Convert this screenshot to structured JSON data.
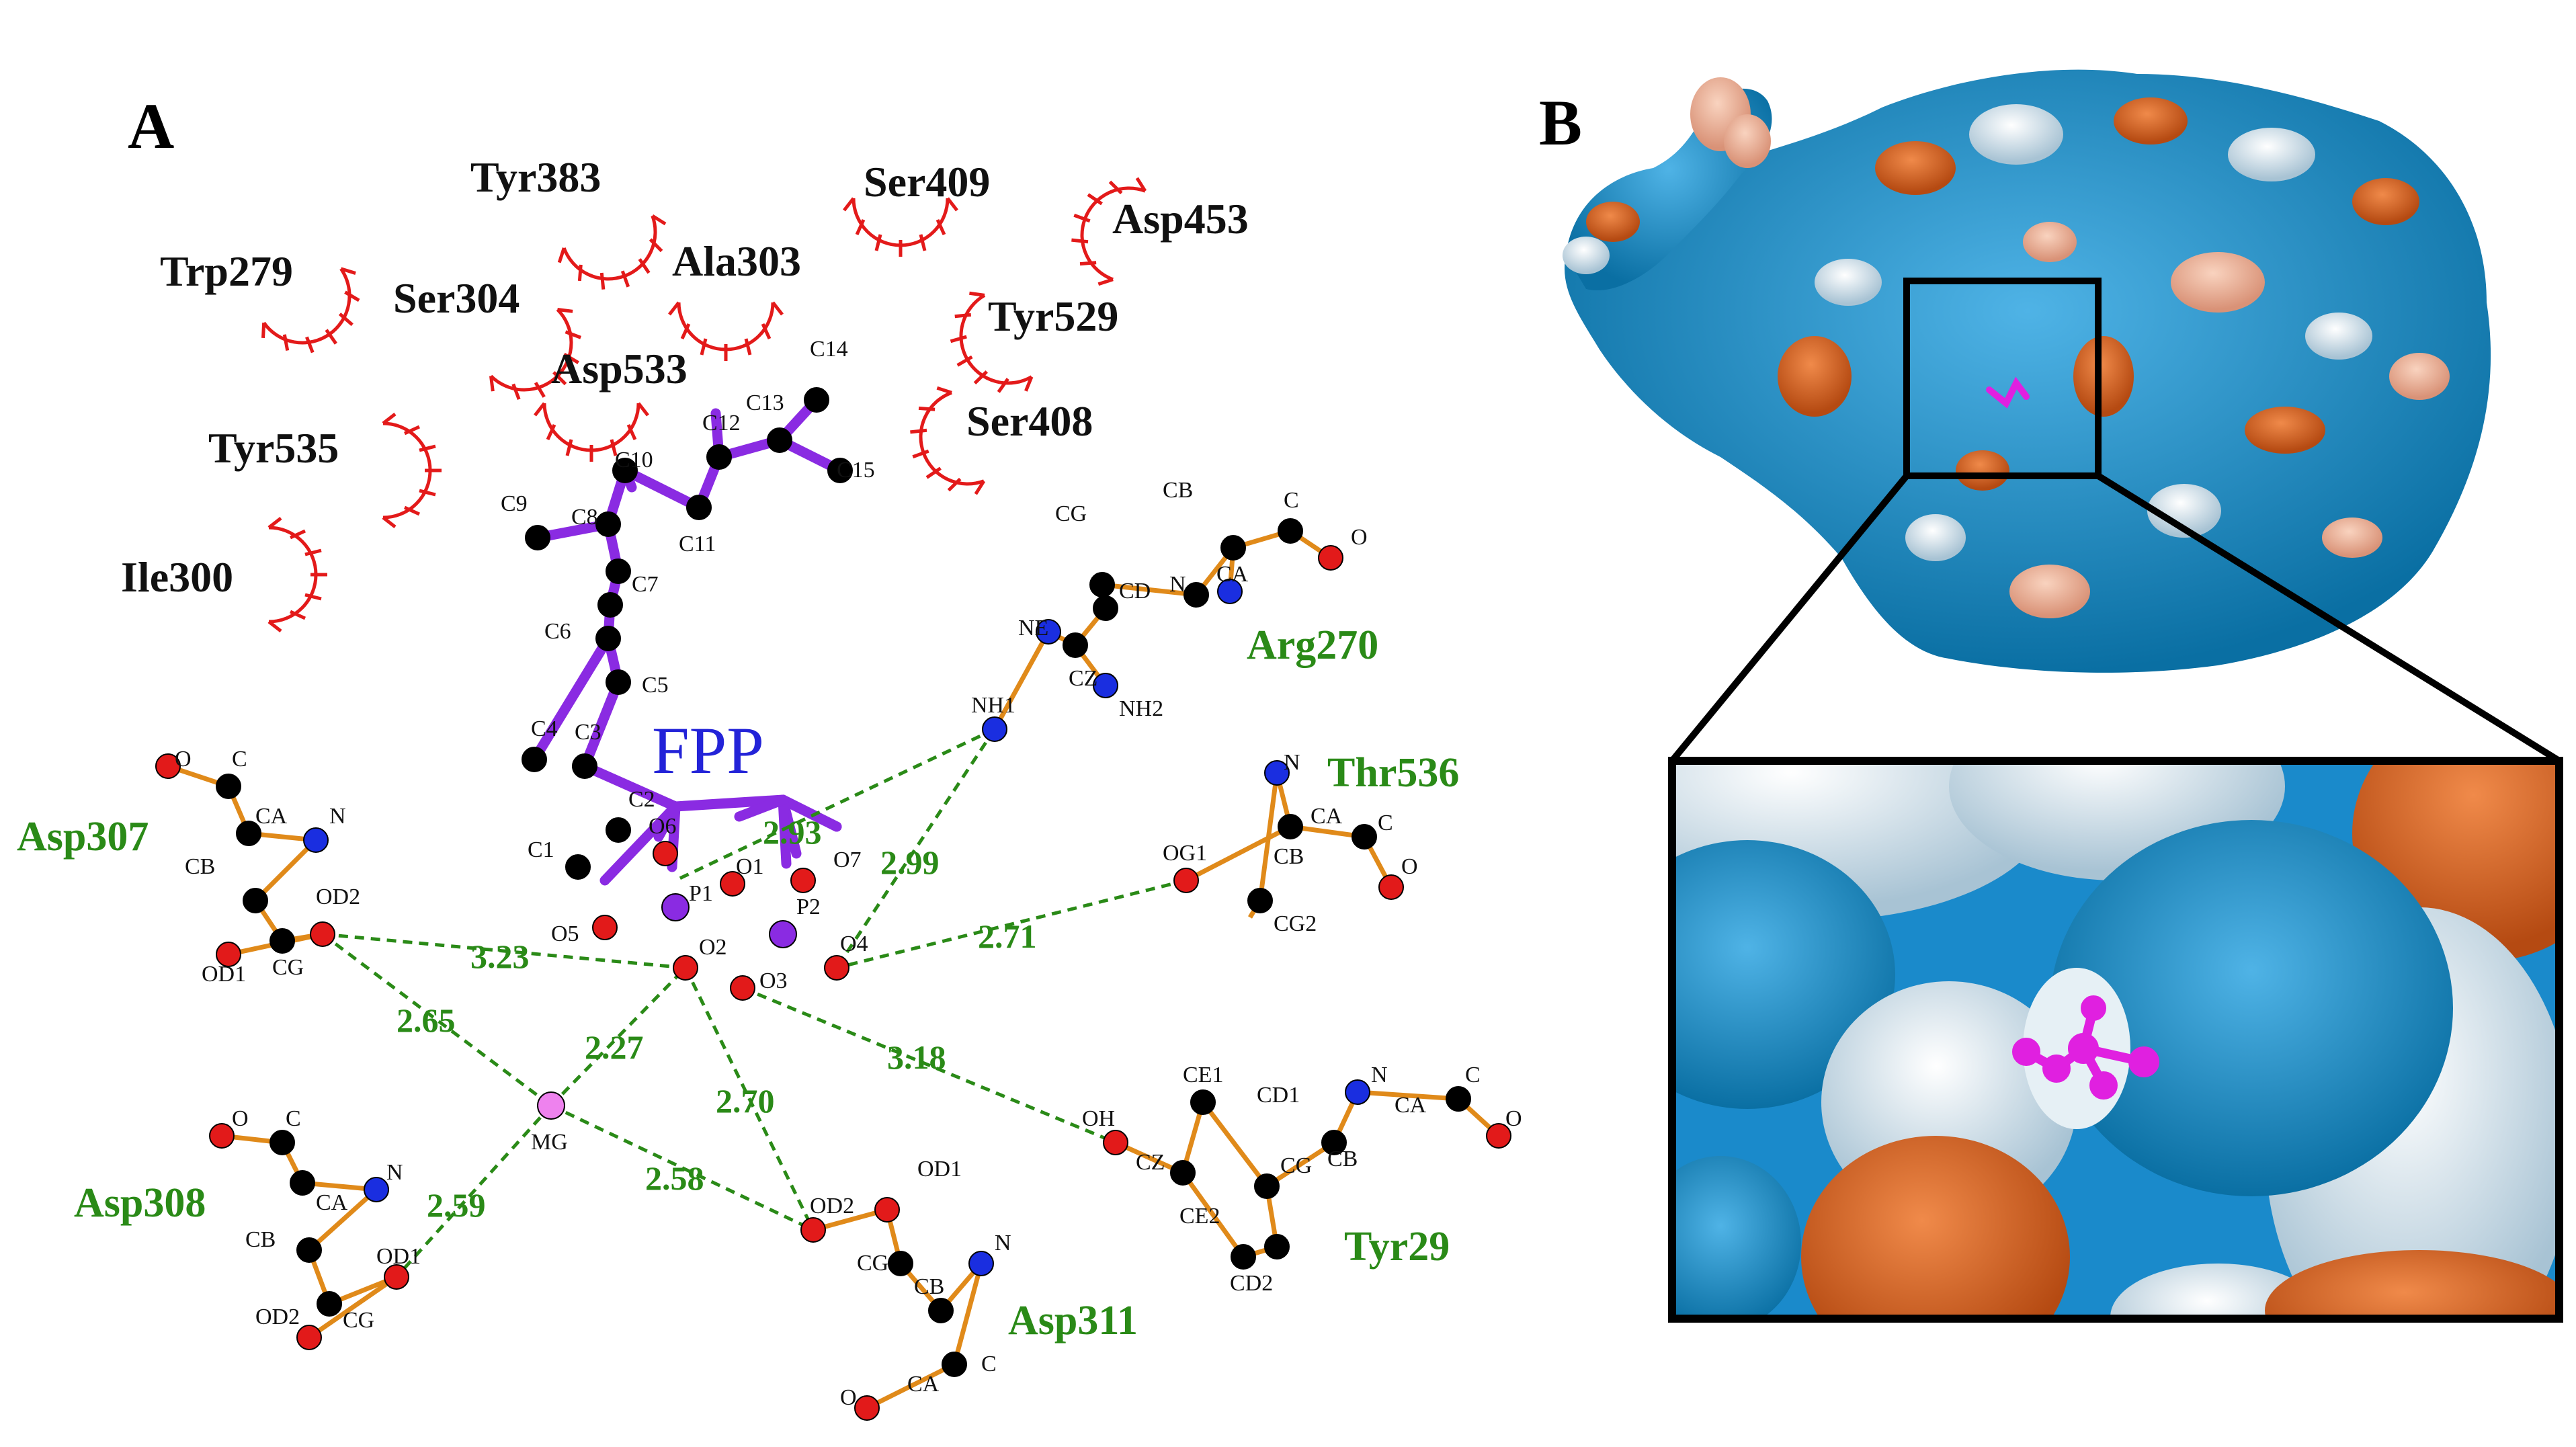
{
  "panel_a": {
    "label": "A",
    "ligand_label": "FPP",
    "hydrophobic_residues": [
      {
        "name": "Tyr383"
      },
      {
        "name": "Ser409"
      },
      {
        "name": "Asp453"
      },
      {
        "name": "Trp279"
      },
      {
        "name": "Ala303"
      },
      {
        "name": "Ser304"
      },
      {
        "name": "Tyr529"
      },
      {
        "name": "Asp533"
      },
      {
        "name": "Ser408"
      },
      {
        "name": "Tyr535"
      },
      {
        "name": "Ile300"
      }
    ],
    "hbond_residues": [
      {
        "name": "Arg270"
      },
      {
        "name": "Thr536"
      },
      {
        "name": "Asp307"
      },
      {
        "name": "Asp308"
      },
      {
        "name": "Tyr29"
      },
      {
        "name": "Asp311"
      }
    ],
    "distances": [
      {
        "label": "2.93"
      },
      {
        "label": "2.99"
      },
      {
        "label": "2.71"
      },
      {
        "label": "3.23"
      },
      {
        "label": "2.65"
      },
      {
        "label": "2.27"
      },
      {
        "label": "3.18"
      },
      {
        "label": "2.70"
      },
      {
        "label": "2.58"
      },
      {
        "label": "2.59"
      }
    ],
    "atoms": {
      "C14": "C14",
      "C13": "C13",
      "C12": "C12",
      "C15": "C15",
      "C10": "C10",
      "C9": "C9",
      "C8": "C8",
      "C11": "C11",
      "C7": "C7",
      "C6": "C6",
      "C5": "C5",
      "C4": "C4",
      "C3": "C3",
      "C2": "C2",
      "C1": "C1",
      "O6": "O6",
      "P1": "P1",
      "O1": "O1",
      "O7": "O7",
      "P2": "P2",
      "O5": "O5",
      "O2": "O2",
      "O4": "O4",
      "O3": "O3",
      "MG": "MG",
      "NE": "NE",
      "NH1": "NH1",
      "NH2": "NH2",
      "CZ": "CZ",
      "CD": "CD",
      "CG": "CG",
      "CB": "CB",
      "CA": "CA",
      "N": "N",
      "C": "C",
      "O": "O",
      "OG1": "OG1",
      "CG2": "CG2",
      "OD1": "OD1",
      "OD2": "OD2",
      "OH": "OH",
      "CE1": "CE1",
      "CE2": "CE2",
      "CD1": "CD1",
      "CD2": "CD2"
    }
  },
  "panel_b": {
    "label": "B"
  }
}
